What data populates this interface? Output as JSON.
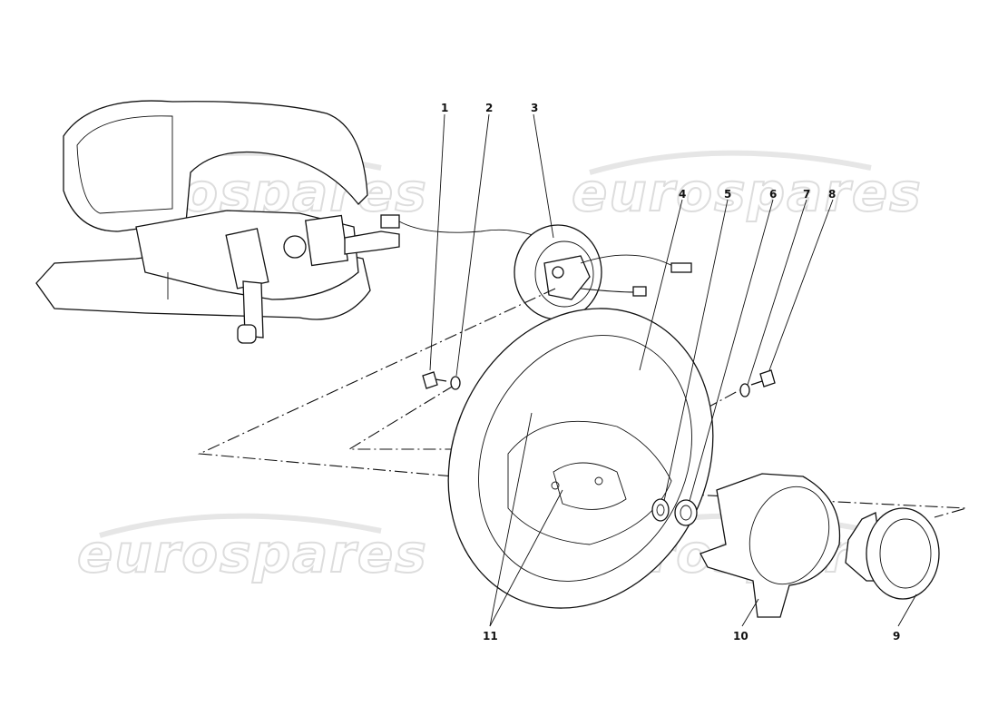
{
  "watermark": {
    "text": "eurospares"
  },
  "callouts": [
    {
      "id": "callout-1",
      "label": "1"
    },
    {
      "id": "callout-2",
      "label": "2"
    },
    {
      "id": "callout-3",
      "label": "3"
    },
    {
      "id": "callout-4",
      "label": "4"
    },
    {
      "id": "callout-5",
      "label": "5"
    },
    {
      "id": "callout-6",
      "label": "6"
    },
    {
      "id": "callout-7",
      "label": "7"
    },
    {
      "id": "callout-8",
      "label": "8"
    },
    {
      "id": "callout-9",
      "label": "9"
    },
    {
      "id": "callout-10",
      "label": "10"
    },
    {
      "id": "callout-11",
      "label": "11"
    }
  ]
}
